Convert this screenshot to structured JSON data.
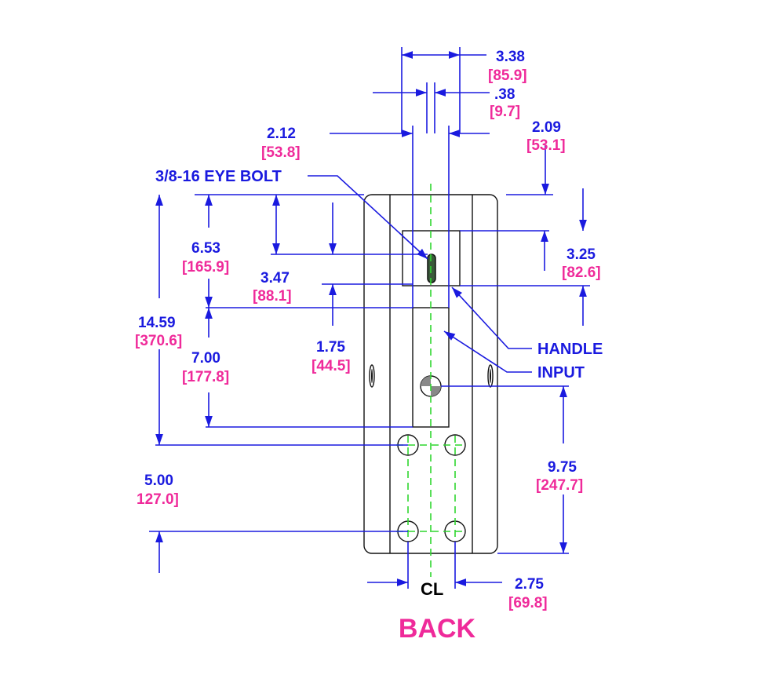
{
  "title": "BACK",
  "centerline": "CL",
  "callouts": {
    "eye_bolt": "3/8-16 EYE BOLT",
    "handle": "HANDLE",
    "input": "INPUT"
  },
  "dimensions": {
    "overall_width": {
      "in": "3.38",
      "mm": "[85.9]"
    },
    "bolt_dia": {
      "in": ".38",
      "mm": "[9.7]"
    },
    "left_offset": {
      "in": "2.12",
      "mm": "[53.8]"
    },
    "right_offset": {
      "in": "2.09",
      "mm": "[53.1]"
    },
    "handle_height": {
      "in": "3.25",
      "mm": "[82.6]"
    },
    "eye_bolt_height": {
      "in": "6.53",
      "mm": "[165.9]"
    },
    "handle_lower": {
      "in": "3.47",
      "mm": "[88.1]"
    },
    "overall_height": {
      "in": "14.59",
      "mm": "[370.6]"
    },
    "input_offset": {
      "in": "1.75",
      "mm": "[44.5]"
    },
    "lower_height": {
      "in": "7.00",
      "mm": "[177.8]"
    },
    "input_to_mount": {
      "in": "9.75",
      "mm": "[247.7]"
    },
    "mount_spacing": {
      "in": "5.00",
      "mm": "127.0]"
    },
    "mount_width": {
      "in": "2.75",
      "mm": "[69.8]"
    }
  },
  "colors": {
    "dimension_blue": "#1a1adf",
    "metric_pink": "#ef2a9a",
    "centerline_green": "#2fd62f",
    "outline": "#111111"
  }
}
